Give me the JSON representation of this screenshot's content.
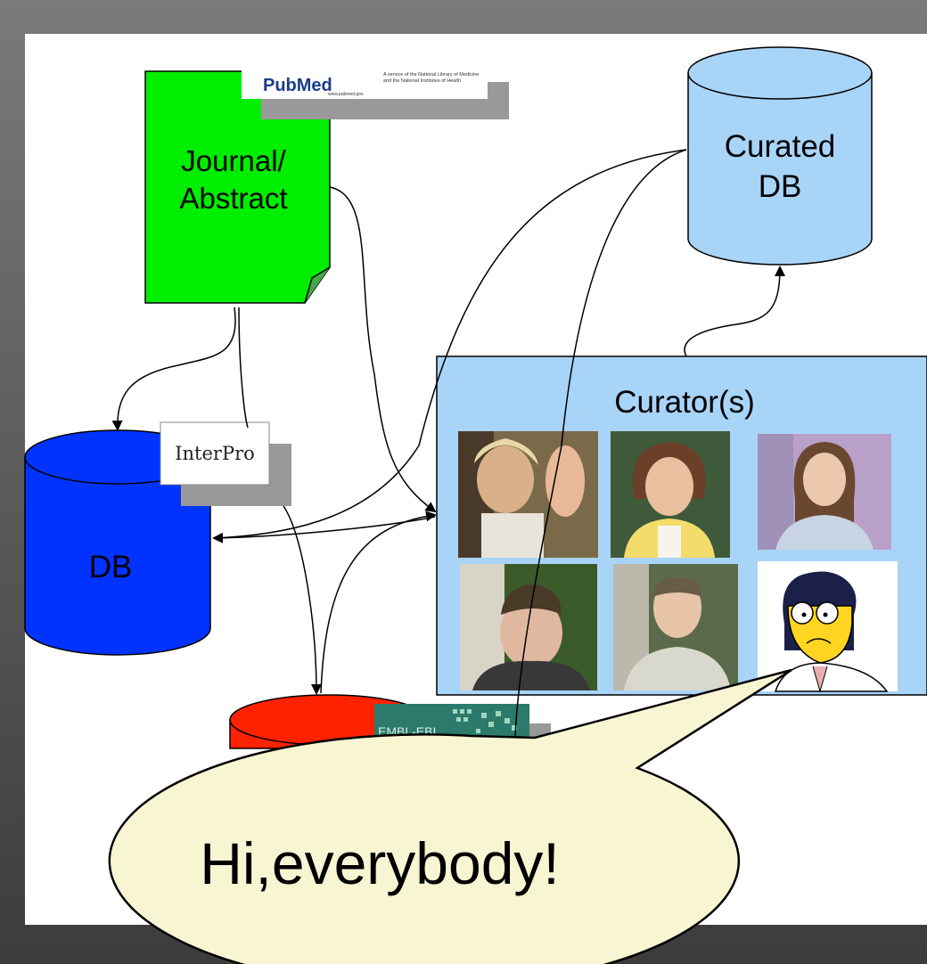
{
  "nodes": {
    "journal": {
      "line1": "Journal/",
      "line2": "Abstract"
    },
    "curated_db": {
      "line1": "Curated",
      "line2": "DB"
    },
    "db": {
      "label": "DB"
    },
    "curators": {
      "label": "Curator(s)"
    }
  },
  "logos": {
    "pubmed": {
      "text": "PubMed",
      "tagline_1": "A service of the National Library of Medicine",
      "tagline_2": "and the National Institutes of Health",
      "url": "www.pubmed.gov"
    },
    "interpro": {
      "text": "InterPro"
    },
    "embl_ebi": {
      "text": "EMBL-EBI"
    }
  },
  "speech_bubble": {
    "text": "Hi,everybody!"
  },
  "colors": {
    "journal": "#00ee00",
    "curated_db": "#a8d4f8",
    "db": "#0033ff",
    "curators_panel": "#a8d4f8",
    "db_red": "#ff2200",
    "bubble": "#f7f5d2"
  },
  "curator_photos": [
    {
      "name": "curator-photo-1"
    },
    {
      "name": "curator-photo-2"
    },
    {
      "name": "curator-photo-3"
    },
    {
      "name": "curator-photo-4"
    },
    {
      "name": "curator-photo-5"
    },
    {
      "name": "curator-cartoon"
    }
  ]
}
